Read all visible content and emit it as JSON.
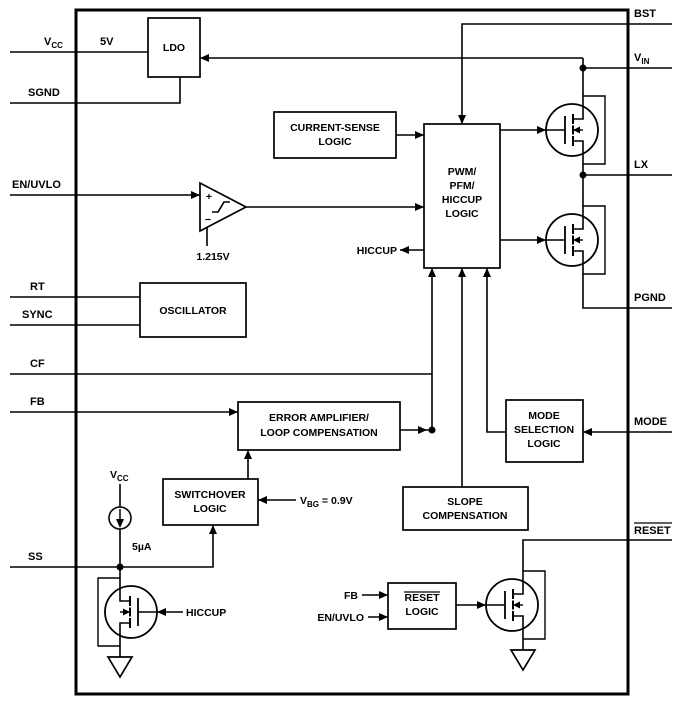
{
  "pins": {
    "vcc": {
      "main": "V",
      "sub": "CC"
    },
    "sgnd": "SGND",
    "en_uvlo": "EN/UVLO",
    "rt": "RT",
    "sync": "SYNC",
    "cf": "CF",
    "fb": "FB",
    "ss": "SS",
    "bst": "BST",
    "vin": {
      "main": "V",
      "sub": "IN"
    },
    "lx": "LX",
    "pgnd": "PGND",
    "mode": "MODE",
    "reset": "RESET"
  },
  "blocks": {
    "ldo": "LDO",
    "current_sense": {
      "line1": "CURRENT-SENSE",
      "line2": "LOGIC"
    },
    "pwm": {
      "line1": "PWM/",
      "line2": "PFM/",
      "line3": "HICCUP",
      "line4": "LOGIC"
    },
    "oscillator": "OSCILLATOR",
    "error_amp": {
      "line1": "ERROR AMPLIFIER/",
      "line2": "LOOP COMPENSATION"
    },
    "mode_selection": {
      "line1": "MODE",
      "line2": "SELECTION",
      "line3": "LOGIC"
    },
    "switchover": {
      "line1": "SWITCHOVER",
      "line2": "LOGIC"
    },
    "slope_comp": {
      "line1": "SLOPE",
      "line2": "COMPENSATION"
    },
    "reset_logic": {
      "line1": "RESET",
      "line2": "LOGIC"
    }
  },
  "annotations": {
    "ldo_input_voltage": "5V",
    "comparator_reference": "1.215V",
    "comparator_plus": "+",
    "comparator_minus": "−",
    "hiccup_signal": "HICCUP",
    "bandgap": {
      "main": "V",
      "sub": "BG",
      "rest": " = 0.9V"
    },
    "internal_vcc": {
      "main": "V",
      "sub": "CC"
    },
    "soft_start_current": "5µA",
    "hiccup_gate_signal": "HICCUP",
    "reset_input_fb": "FB",
    "reset_input_en": "EN/UVLO"
  },
  "colors": {
    "line": "#000000",
    "background": "#ffffff",
    "block_fill": "#ffffff"
  }
}
